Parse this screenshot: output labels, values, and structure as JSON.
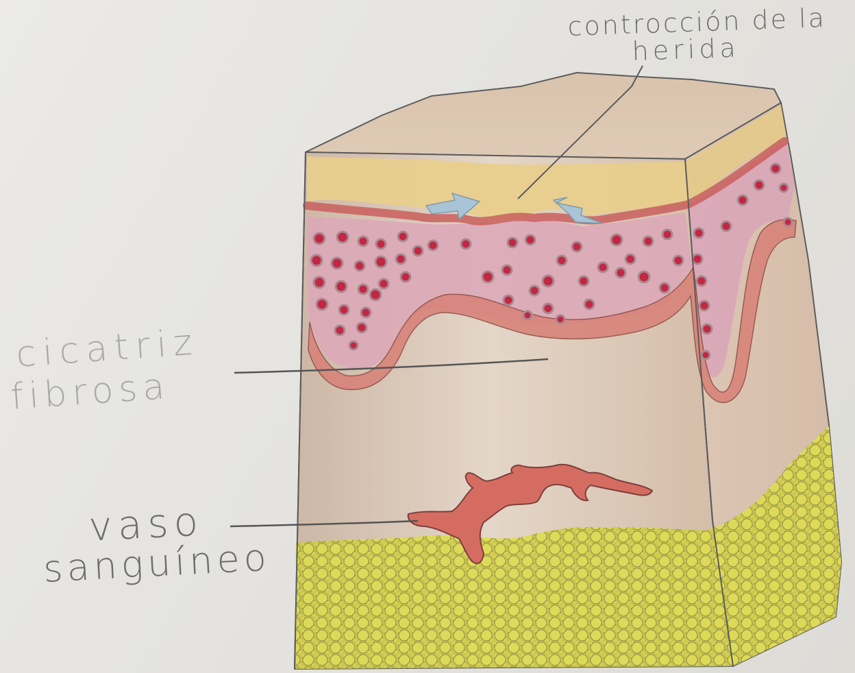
{
  "labels": {
    "contraccion_line1": "controcción de la",
    "contraccion_line2": "herida",
    "cicatriz_line1": "cicatriz",
    "cicatriz_line2": "fibrosa",
    "vaso_line1": "vaso",
    "vaso_line2": "sanguíneo"
  },
  "colors": {
    "paper": "#e6e5e1",
    "pencil": "#5e5e5e",
    "skin": "#ddc4ae",
    "epidermis": "#e7cf8e",
    "dermis_pink": "#d9a6b7",
    "scar_band": "#d8857b",
    "cells": "#c22744",
    "contraction_arrows": "#a9c4d6",
    "blood_vessel": "#d56d63",
    "fat_tissue": "#d5d24a"
  }
}
